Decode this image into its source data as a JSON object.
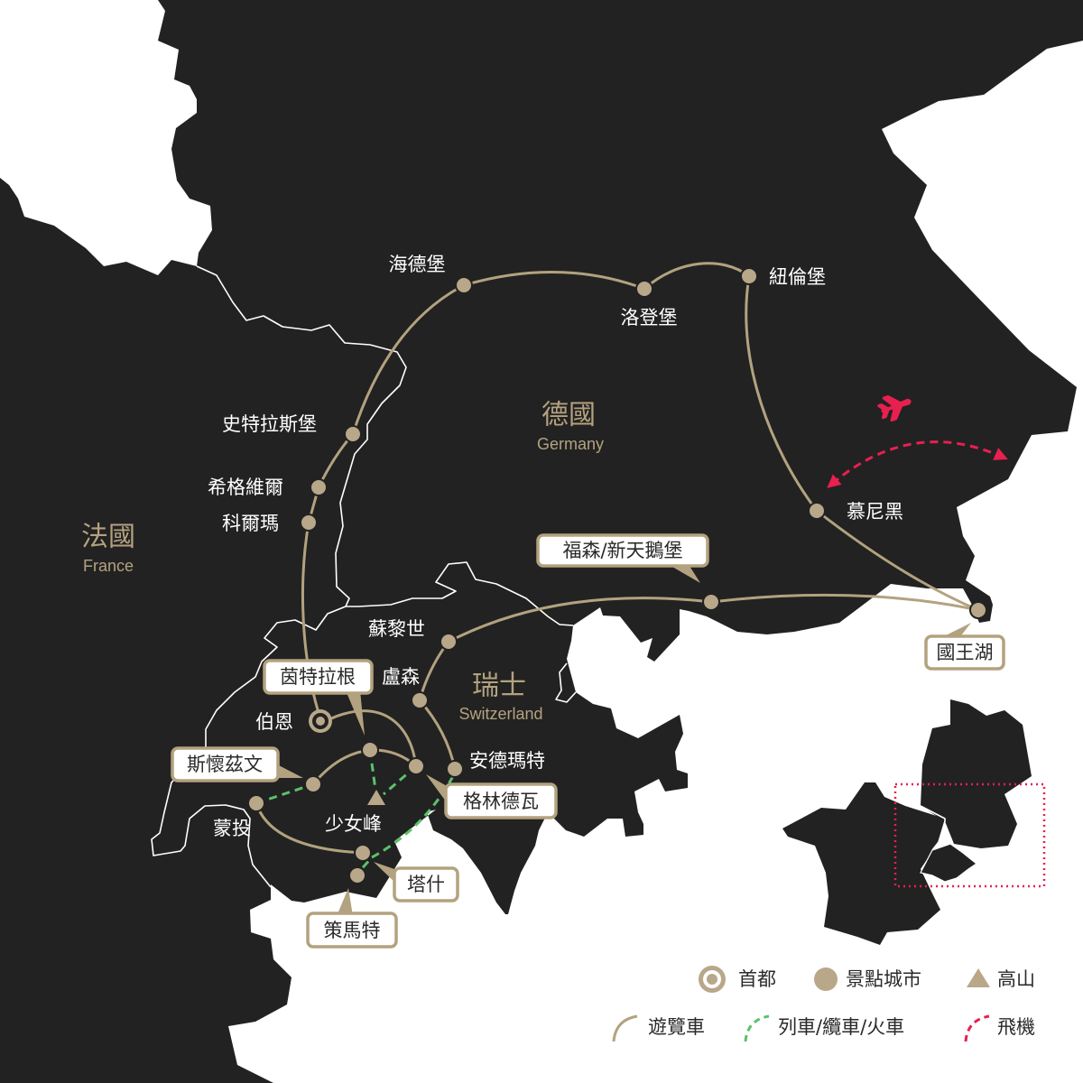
{
  "countries": {
    "germany": {
      "zh": "德國",
      "en": "Germany"
    },
    "france": {
      "zh": "法國",
      "en": "France"
    },
    "switzerland": {
      "zh": "瑞士",
      "en": "Switzerland"
    }
  },
  "cities": {
    "heidelberg": "海德堡",
    "rothenburg": "洛登堡",
    "nuremberg": "紐倫堡",
    "strasbourg": "史特拉斯堡",
    "riquewihr": "希格維爾",
    "colmar": "科爾瑪",
    "munich": "慕尼黑",
    "zurich": "蘇黎世",
    "lucerne": "盧森",
    "bern": "伯恩",
    "andermatt": "安德瑪特",
    "jungfrau": "少女峰",
    "montreux": "蒙投"
  },
  "callouts": {
    "fussen": "福森/新天鵝堡",
    "konigssee": "國王湖",
    "interlaken": "茵特拉根",
    "schwarzsee": "斯懷茲文",
    "grindelwald": "格林德瓦",
    "tasch": "塔什",
    "zermatt": "策馬特"
  },
  "legend": {
    "capital": "首都",
    "city": "景點城市",
    "mountain": "高山",
    "bus": "遊覽車",
    "train": "列車/纜車/火車",
    "flight": "飛機"
  },
  "colors": {
    "land": "#222222",
    "bus_route": "#b3a27f",
    "train_route": "#5cc16a",
    "flight_route": "#e8204f"
  }
}
